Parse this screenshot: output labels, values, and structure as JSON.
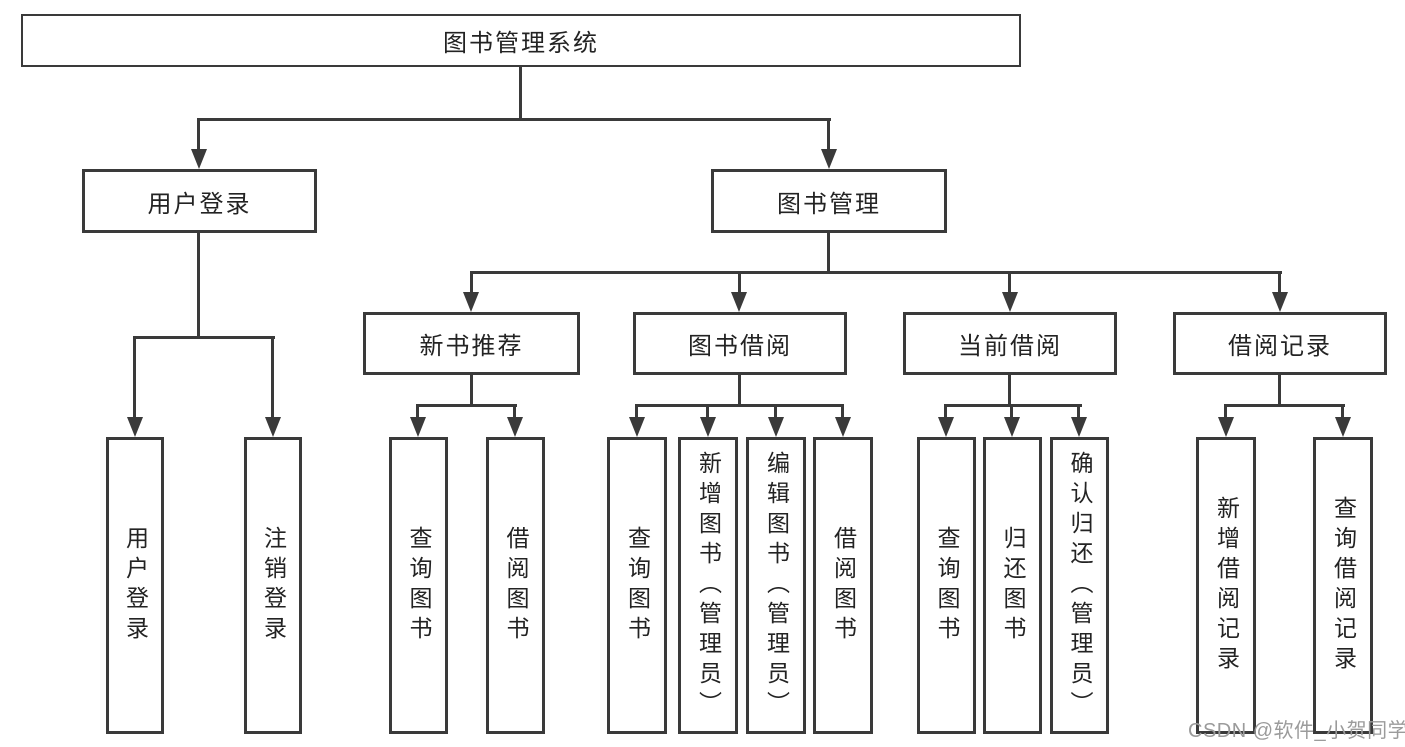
{
  "diagram": {
    "title": "图书管理系统",
    "level2": [
      {
        "label": "用户登录",
        "children": [
          "用户登录",
          "注销登录"
        ]
      },
      {
        "label": "图书管理",
        "children": [
          {
            "label": "新书推荐",
            "children": [
              "查询图书",
              "借阅图书"
            ]
          },
          {
            "label": "图书借阅",
            "children": [
              "查询图书",
              "新增图书（管理员）",
              "编辑图书（管理员）",
              "借阅图书"
            ]
          },
          {
            "label": "当前借阅",
            "children": [
              "查询图书",
              "归还图书",
              "确认归还（管理员）"
            ]
          },
          {
            "label": "借阅记录",
            "children": [
              "新增借阅记录",
              "查询借阅记录"
            ]
          }
        ]
      }
    ]
  },
  "watermark": {
    "text": "CSDN @软件_小贺同学"
  },
  "colors": {
    "line": "#3a3a3a",
    "text": "#232323",
    "watermark": "#9b9b9b",
    "background": "#ffffff"
  }
}
